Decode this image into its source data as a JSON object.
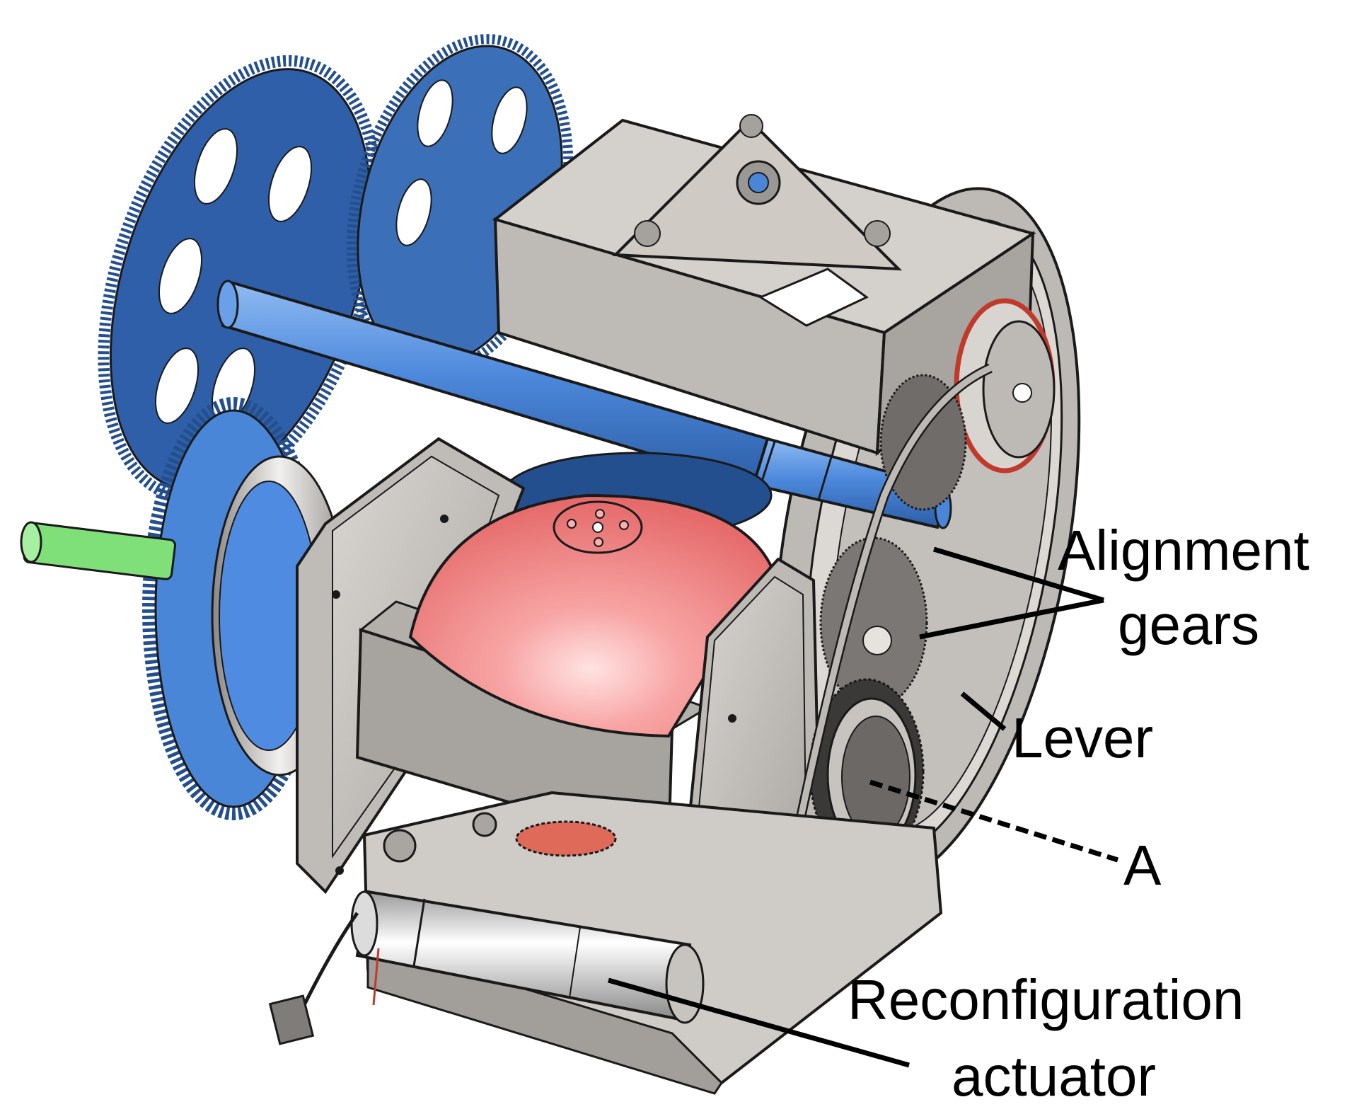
{
  "labels": {
    "alignment_gears_line1": "Alignment",
    "alignment_gears_line2": "gears",
    "lever": "Lever",
    "a": "A",
    "reconfiguration_line1": "Reconfiguration",
    "reconfiguration_line2": "actuator"
  },
  "colors": {
    "gear_blue": "#4a86d8",
    "gear_blue_dark": "#244f8f",
    "shaft_green": "#7fe07a",
    "hemisphere_red": "#f07a7a",
    "frame_gray": "#c8c4c0",
    "frame_gray_dark": "#8e8b88",
    "outline": "#1a1a1a"
  },
  "icons": {
    "left_gears": "spur-gear-icon",
    "shaft": "shaft-icon",
    "hemisphere": "hemisphere-icon",
    "motor": "motor-icon",
    "bearing": "bearing-icon"
  }
}
